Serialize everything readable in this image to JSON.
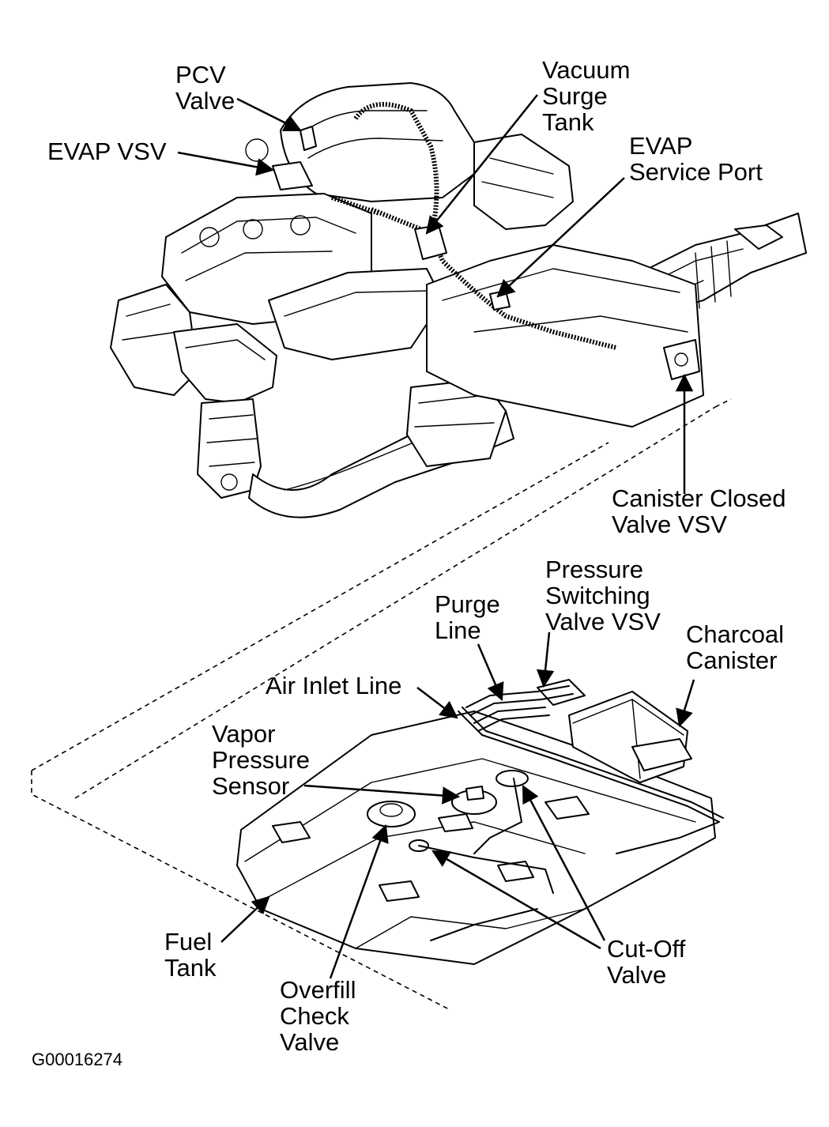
{
  "diagram": {
    "labels": {
      "pcv_valve": [
        "PCV",
        "Valve"
      ],
      "evap_vsv": [
        "EVAP VSV"
      ],
      "vacuum_surge_tank": [
        "Vacuum",
        "Surge",
        "Tank"
      ],
      "evap_service_port": [
        "EVAP",
        "Service Port"
      ],
      "canister_closed_valve_vsv": [
        "Canister Closed",
        "Valve VSV"
      ],
      "pressure_switching_valve_vsv": [
        "Pressure",
        "Switching",
        "Valve VSV"
      ],
      "purge_line": [
        "Purge",
        "Line"
      ],
      "charcoal_canister": [
        "Charcoal",
        "Canister"
      ],
      "air_inlet_line": [
        "Air Inlet Line"
      ],
      "vapor_pressure_sensor": [
        "Vapor",
        "Pressure",
        "Sensor"
      ],
      "fuel_tank": [
        "Fuel",
        "Tank"
      ],
      "overfill_check_valve": [
        "Overfill",
        "Check",
        "Valve"
      ],
      "cut_off_valve": [
        "Cut-Off",
        "Valve"
      ]
    },
    "figure_code": "G00016274"
  }
}
